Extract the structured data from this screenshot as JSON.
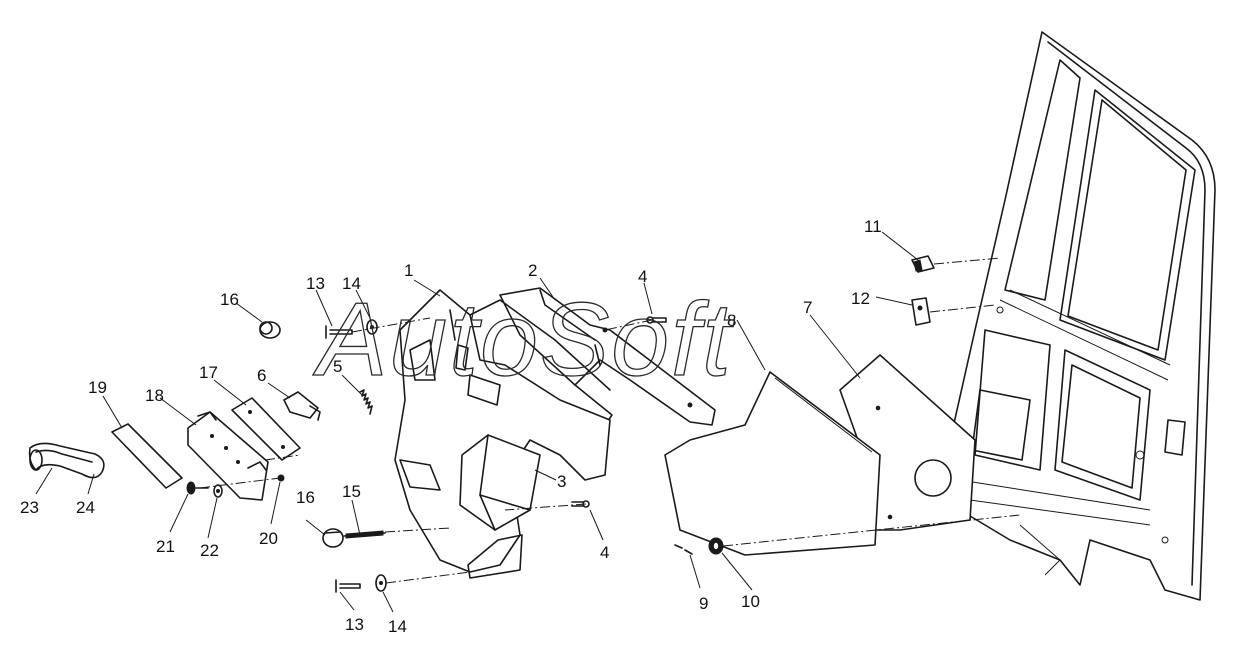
{
  "watermark": "AutoSoft",
  "callouts": {
    "c1": "1",
    "c2": "2",
    "c3": "3",
    "c4a": "4",
    "c4b": "4",
    "c5": "5",
    "c6": "6",
    "c7": "7",
    "c8": "8",
    "c9": "9",
    "c10": "10",
    "c11": "11",
    "c12": "12",
    "c13a": "13",
    "c13b": "13",
    "c14a": "14",
    "c14b": "14",
    "c15": "15",
    "c16a": "16",
    "c16b": "16",
    "c17": "17",
    "c18": "18",
    "c19": "19",
    "c20": "20",
    "c21": "21",
    "c22": "22",
    "c23": "23",
    "c24": "24"
  },
  "colors": {
    "line": "#1a1a1a",
    "background": "#ffffff"
  }
}
